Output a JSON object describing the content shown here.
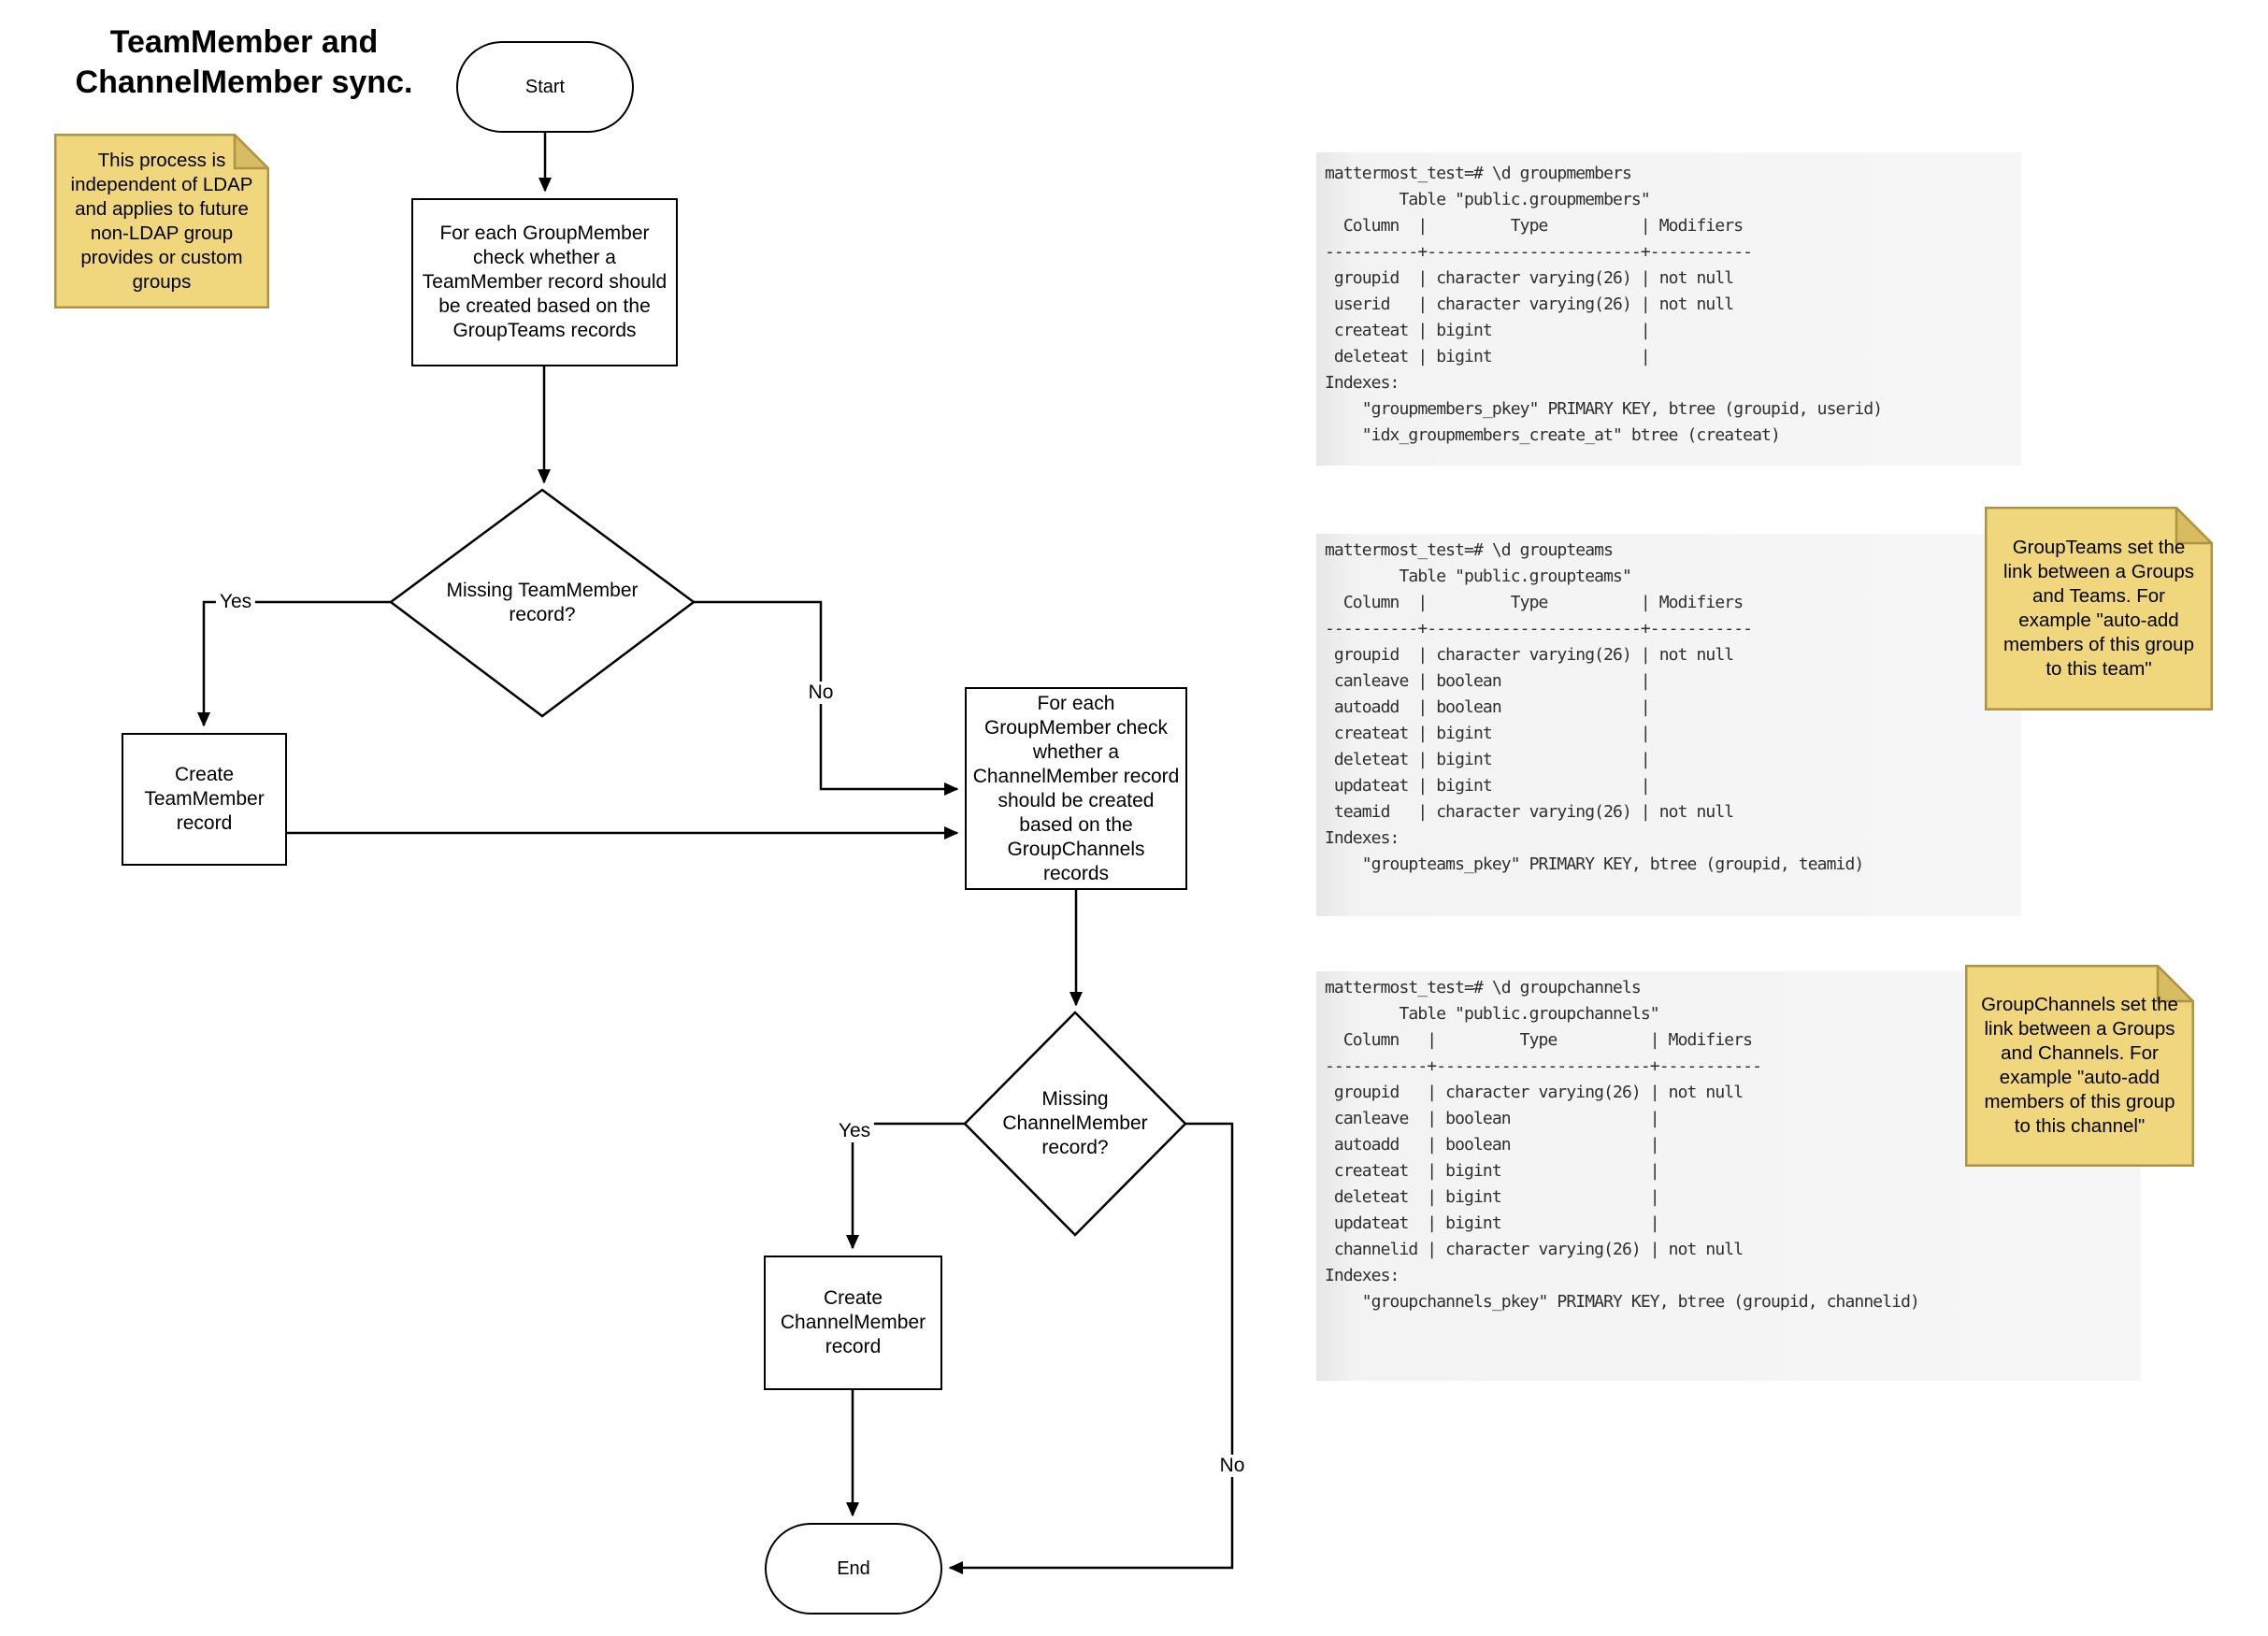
{
  "title": "TeamMember and\nChannelMember sync.",
  "colors": {
    "note_fill": "#f0d77d",
    "note_fold": "#d8bc62",
    "note_border": "#b09244",
    "terminal_bg": "#f4f4f4",
    "line": "#000000"
  },
  "notes": {
    "ldap": "This process is\nindependent of LDAP\nand applies to future\nnon-LDAP group\nprovides or custom\ngroups",
    "groupteams": "GroupTeams set the\nlink between a Groups\nand Teams. For\nexample \"auto-add\nmembers of this group\nto this team\"",
    "groupchannels": "GroupChannels set the\nlink between a Groups\nand Channels. For\nexample \"auto-add\nmembers of this group\nto this channel\""
  },
  "flowchart": {
    "start": "Start",
    "process_teammember": "For each GroupMember\ncheck whether a\nTeamMember record should\nbe created based on the\nGroupTeams records",
    "decision_teammember": "Missing TeamMember\nrecord?",
    "create_teammember": "Create\nTeamMember\nrecord",
    "process_channelmember": "For each\nGroupMember check\nwhether a\nChannelMember record\nshould be created\nbased on the\nGroupChannels\nrecords",
    "decision_channelmember": "Missing\nChannelMember\nrecord?",
    "create_channelmember": "Create\nChannelMember\nrecord",
    "end": "End",
    "labels": {
      "yes1": "Yes",
      "no1": "No",
      "yes2": "Yes",
      "no2": "No"
    }
  },
  "terminals": {
    "groupmembers": "mattermost_test=# \\d groupmembers\n        Table \"public.groupmembers\"\n  Column  |         Type          | Modifiers\n----------+-----------------------+-----------\n groupid  | character varying(26) | not null\n userid   | character varying(26) | not null\n createat | bigint                |\n deleteat | bigint                |\nIndexes:\n    \"groupmembers_pkey\" PRIMARY KEY, btree (groupid, userid)\n    \"idx_groupmembers_create_at\" btree (createat)",
    "groupteams": "mattermost_test=# \\d groupteams\n        Table \"public.groupteams\"\n  Column  |         Type          | Modifiers\n----------+-----------------------+-----------\n groupid  | character varying(26) | not null\n canleave | boolean               |\n autoadd  | boolean               |\n createat | bigint                |\n deleteat | bigint                |\n updateat | bigint                |\n teamid   | character varying(26) | not null\nIndexes:\n    \"groupteams_pkey\" PRIMARY KEY, btree (groupid, teamid)",
    "groupchannels": "mattermost_test=# \\d groupchannels\n        Table \"public.groupchannels\"\n  Column   |         Type          | Modifiers\n-----------+-----------------------+-----------\n groupid   | character varying(26) | not null\n canleave  | boolean               |\n autoadd   | boolean               |\n createat  | bigint                |\n deleteat  | bigint                |\n updateat  | bigint                |\n channelid | character varying(26) | not null\nIndexes:\n    \"groupchannels_pkey\" PRIMARY KEY, btree (groupid, channelid)"
  }
}
